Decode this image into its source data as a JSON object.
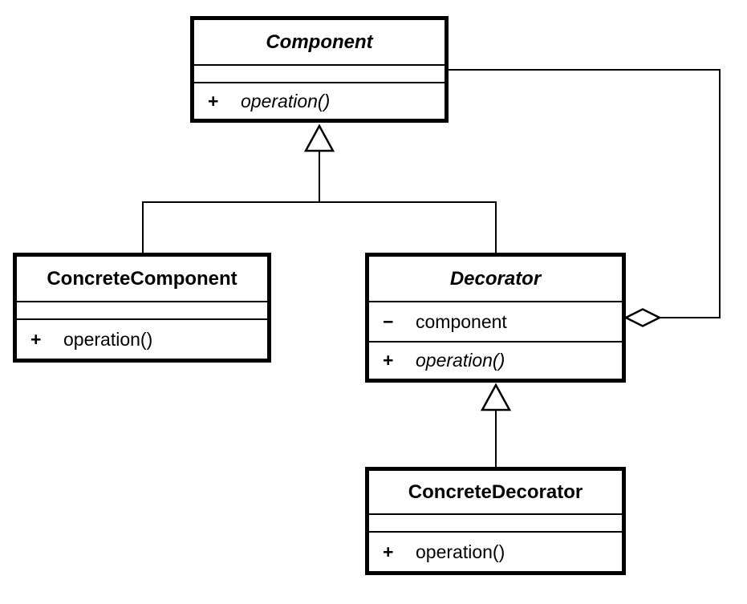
{
  "diagram": {
    "kind": "uml-class-diagram",
    "pattern": "Decorator"
  },
  "colors": {
    "stroke": "#000000",
    "fill": "#ffffff",
    "text": "#000000"
  },
  "classes": {
    "component": {
      "name": "Component",
      "abstract": true,
      "attributes": [],
      "methods": [
        {
          "visibility": "+",
          "signature": "operation()",
          "abstract": true
        }
      ]
    },
    "concrete_component": {
      "name": "ConcreteComponent",
      "abstract": false,
      "attributes": [],
      "methods": [
        {
          "visibility": "+",
          "signature": "operation()",
          "abstract": false
        }
      ]
    },
    "decorator": {
      "name": "Decorator",
      "abstract": true,
      "attributes": [
        {
          "visibility": "−",
          "name": "component"
        }
      ],
      "methods": [
        {
          "visibility": "+",
          "signature": "operation()",
          "abstract": true
        }
      ]
    },
    "concrete_decorator": {
      "name": "ConcreteDecorator",
      "abstract": false,
      "attributes": [],
      "methods": [
        {
          "visibility": "+",
          "signature": "operation()",
          "abstract": false
        }
      ]
    }
  },
  "relationships": [
    {
      "type": "generalization",
      "from": "ConcreteComponent",
      "to": "Component"
    },
    {
      "type": "generalization",
      "from": "Decorator",
      "to": "Component"
    },
    {
      "type": "generalization",
      "from": "ConcreteDecorator",
      "to": "Decorator"
    },
    {
      "type": "aggregation",
      "owner": "Decorator",
      "part": "Component"
    }
  ]
}
